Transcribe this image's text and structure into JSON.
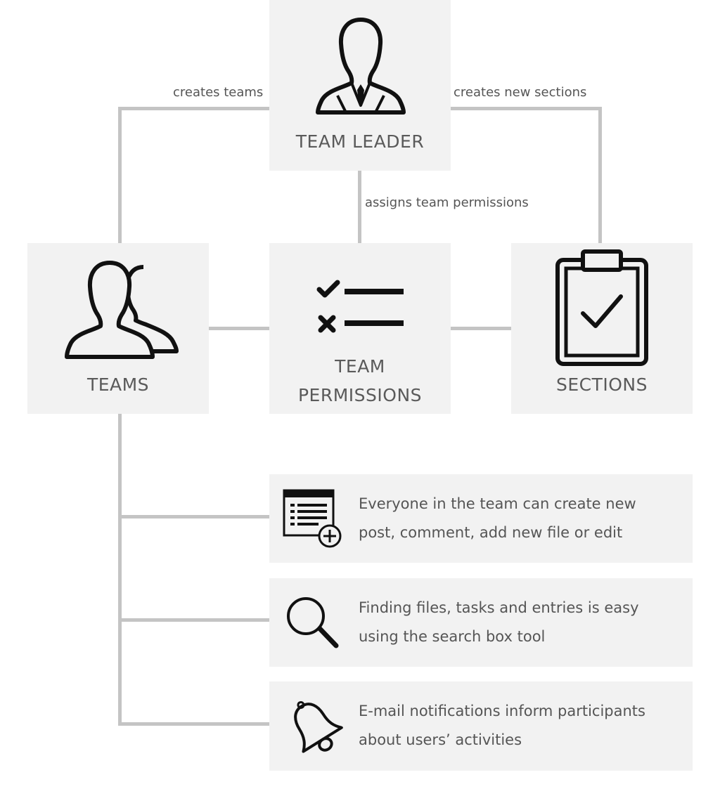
{
  "nodes": {
    "team_leader": {
      "label": "TEAM LEADER",
      "icon": "user-icon"
    },
    "teams": {
      "label": "TEAMS",
      "icon": "users-icon"
    },
    "team_permissions": {
      "label_line1": "TEAM",
      "label_line2": "PERMISSIONS",
      "icon": "checklist-icon"
    },
    "sections": {
      "label": "SECTIONS",
      "icon": "clipboard-check-icon"
    }
  },
  "edges": {
    "creates_teams": "creates teams",
    "creates_sections": "creates new sections",
    "assigns_permissions": "assigns team permissions"
  },
  "features": [
    {
      "line1": "Everyone in the team can create new",
      "line2": "post, comment, add new file or edit",
      "icon": "add-document-icon"
    },
    {
      "line1": "Finding files, tasks and entries is easy",
      "line2": "using the search box tool",
      "icon": "search-icon"
    },
    {
      "line1": "E-mail notifications inform participants",
      "line2": "about users’ activities",
      "icon": "bell-icon"
    }
  ],
  "colors": {
    "box_background": "#f2f2f2",
    "connector": "#c4c4c4",
    "text": "#555555",
    "icon": "#111111"
  }
}
